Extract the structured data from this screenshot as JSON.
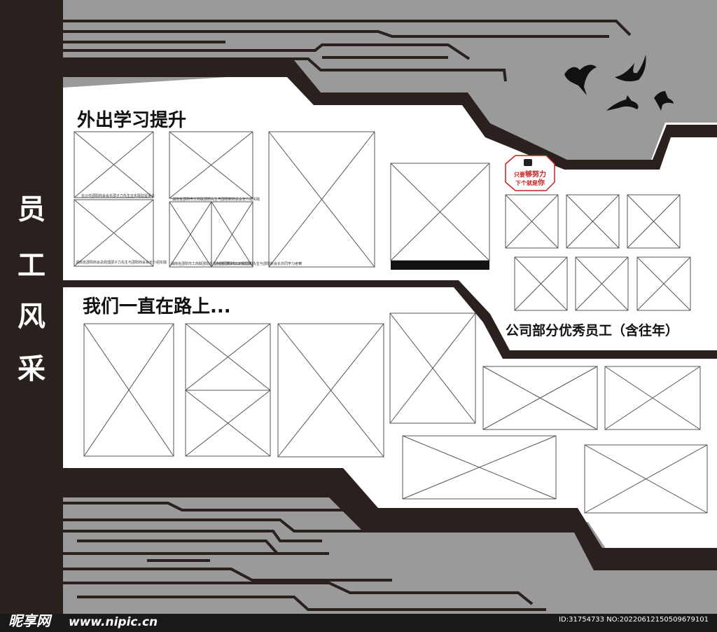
{
  "wall": {
    "side_title_chars": [
      "员",
      "工",
      "风",
      "采"
    ],
    "section_1_title": "外出学习提升",
    "section_2_title": "我们一直在路上...",
    "section_3_title": "公司部分优秀员工（含往年）",
    "badge": {
      "line1_a": "只要",
      "line1_b": "够努力",
      "line2_a": "下个就是",
      "line2_b": "你"
    },
    "captions": {
      "c1": "长沙市邵阳商会会长邵子力先生在实践驻留事长",
      "c2": "湖南省邵阳商会总经理邵子力先生与邵阳商会会长介绍实践",
      "c3": "湖南省邵阳市工商联邵阳先生与邵阳新商会会长介绍实践",
      "c4": "湖南省邵阳市工商联邵阳先生与邵阳新商会会长交流",
      "c5": "湖南省邵阳市工商联邵阳先生与邵阳新会长共同学习考察"
    },
    "colors": {
      "dark": "#2a201d",
      "gray": "#999999",
      "white": "#ffffff",
      "badge_red": "#cc1f1f"
    }
  },
  "watermark": {
    "logo_text": "昵享网",
    "site": "www.nipic.cn",
    "id_text": "ID:31754733 NO:20220612150509679101"
  }
}
